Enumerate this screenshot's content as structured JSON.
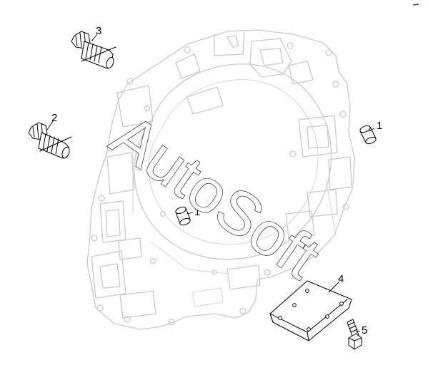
{
  "watermark": {
    "text": "AutoSoft"
  },
  "callouts": {
    "c1_right": "1",
    "c1_center": "1",
    "c2": "2",
    "c3": "3",
    "c4": "4",
    "c5": "5"
  },
  "colors": {
    "housing_stroke": "#c9c9c9",
    "part_stroke": "#000000",
    "background": "#ffffff",
    "corner_mark": "#1a3fd0"
  }
}
